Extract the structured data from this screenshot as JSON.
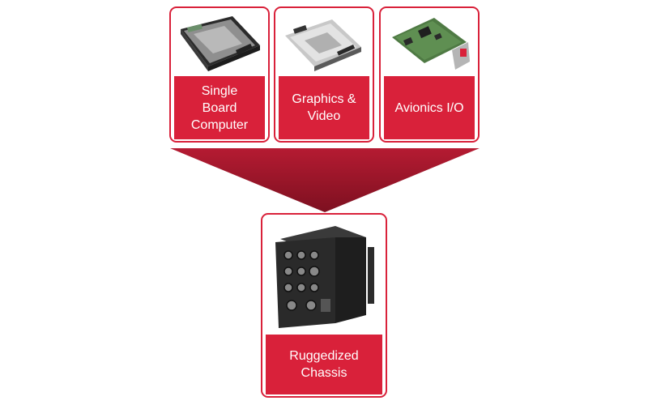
{
  "colors": {
    "accent": "#d9213a",
    "funnel_top": "#b01a30",
    "funnel_bottom": "#7a0f1f"
  },
  "modules": [
    {
      "label": "Single\nBoard\nComputer",
      "image": "single-board-computer-card"
    },
    {
      "label": "Graphics &\nVideo",
      "image": "graphics-video-card"
    },
    {
      "label": "Avionics I/O",
      "image": "avionics-io-card"
    }
  ],
  "result": {
    "label": "Ruggedized\nChassis",
    "image": "rugged-chassis-enclosure"
  }
}
